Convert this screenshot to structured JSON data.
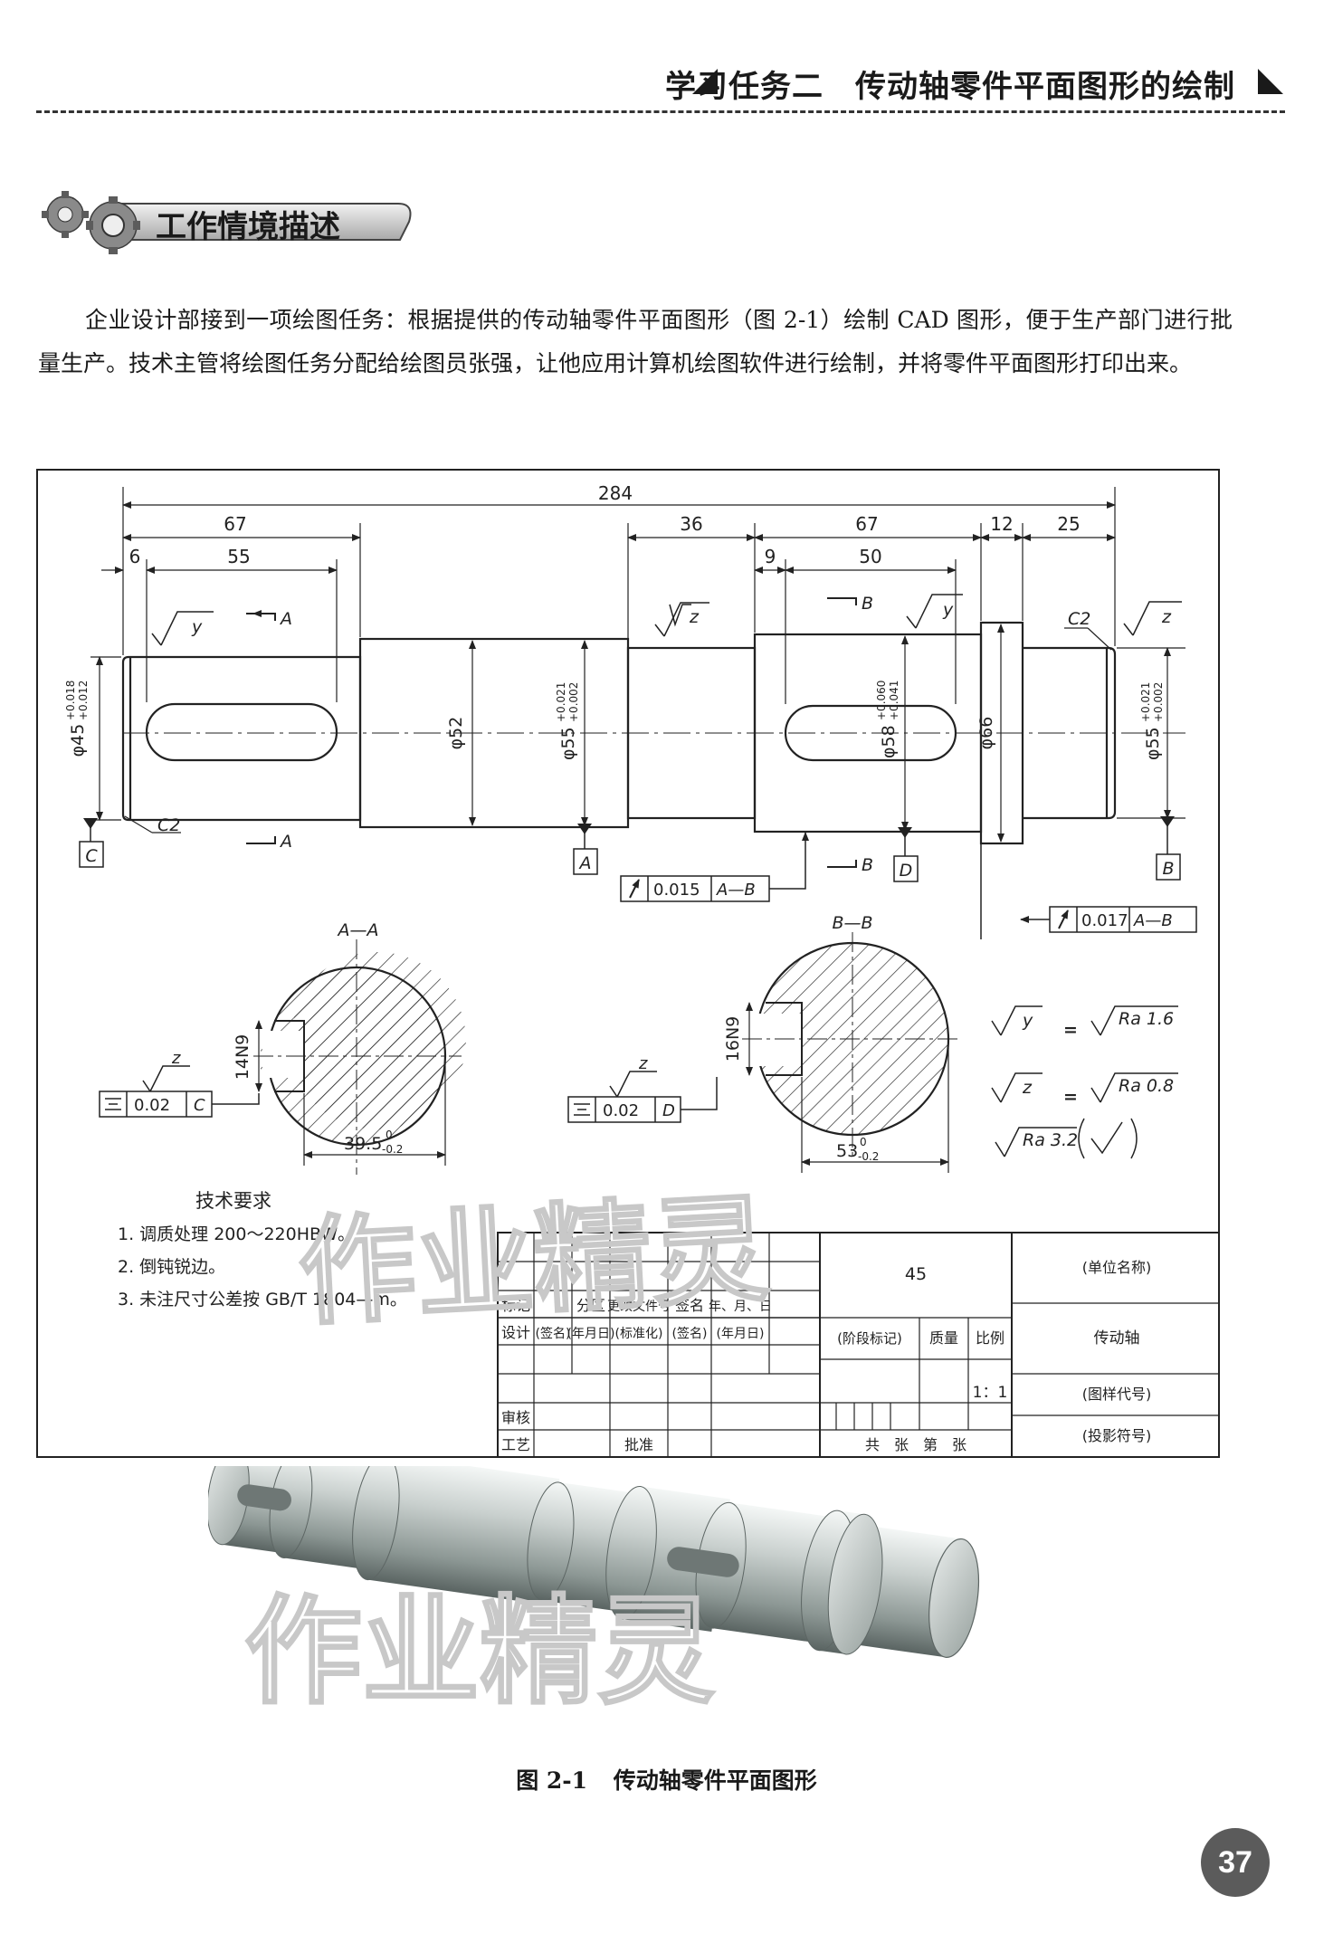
{
  "header": {
    "title": "学习任务二　传动轴零件平面图形的绘制"
  },
  "section": {
    "title": "工作情境描述"
  },
  "intro": {
    "text": "企业设计部接到一项绘图任务：根据提供的传动轴零件平面图形（图 2-1）绘制 CAD 图形，便于生产部门进行批量生产。技术主管将绘图任务分配给绘图员张强，让他应用计算机绘图软件进行绘制，并将零件平面图形打印出来。"
  },
  "drawing": {
    "dims": {
      "total": "284",
      "d67a": "67",
      "d55": "55",
      "d6": "6",
      "d36": "36",
      "d67b": "67",
      "d12": "12",
      "d25": "25",
      "d9": "9",
      "d50": "50",
      "phi45": "φ45",
      "phi45_tol_u": "+0.018",
      "phi45_tol_l": "+0.012",
      "phi52": "φ52",
      "phi55": "φ55",
      "phi55_tol_u": "+0.021",
      "phi55_tol_l": "+0.002",
      "phi58": "φ58",
      "phi58_tol_u": "+0.060",
      "phi58_tol_l": "+0.041",
      "phi66": "φ66",
      "c2": "C2",
      "c2b": "C2",
      "key14": "14N9",
      "key16": "16N9",
      "w395": "39.5",
      "w395_tol_u": "0",
      "w395_tol_l": "-0.2",
      "w53": "53",
      "w53_tol_u": "0",
      "w53_tol_l": "-0.2"
    },
    "labels": {
      "a": "A",
      "b": "B",
      "c": "C",
      "d": "D",
      "sec_aa": "A—A",
      "sec_bb": "B—B",
      "y": "y",
      "z": "z"
    },
    "tolerances": {
      "runout1_val": "0.015",
      "runout1_ref": "A—B",
      "runout2_val": "0.017",
      "runout2_ref": "A—B",
      "sym1_val": "0.02",
      "sym1_ref": "C",
      "sym2_val": "0.02",
      "sym2_ref": "D"
    },
    "roughness": {
      "y_eq": "Ra 1.6",
      "z_eq": "Ra 0.8",
      "rest": "Ra 3.2",
      "eq": "="
    },
    "tech": {
      "title": "技术要求",
      "items": [
        "1. 调质处理 200～220HBW。",
        "2. 倒钝锐边。",
        "3. 未注尺寸公差按 GB/T 1804—m。"
      ]
    },
    "title_block": {
      "material": "45",
      "unit_name": "(单位名称)",
      "part_name": "传动轴",
      "drawing_no": "(图样代号)",
      "projection": "(投影符号)",
      "biaoji": "标记",
      "fenqu": "分区",
      "change_doc": "更改文件号",
      "sign": "签名",
      "date_ymd": "年、月、日",
      "design": "设计",
      "sign_p": "(签名)",
      "date_p": "(年月日)",
      "std": "(标准化)",
      "sign_p2": "(签名)",
      "date_p2": "(年月日)",
      "stage": "(阶段标记)",
      "mass": "质量",
      "scale_label": "比例",
      "scale": "1：1",
      "review": "审核",
      "process": "工艺",
      "approve": "批准",
      "sheets": "共　张　第　张"
    }
  },
  "watermark": {
    "text": "作业精灵"
  },
  "figure": {
    "number": "图 2-1",
    "title": "传动轴零件平面图形"
  },
  "page": {
    "number": "37"
  }
}
